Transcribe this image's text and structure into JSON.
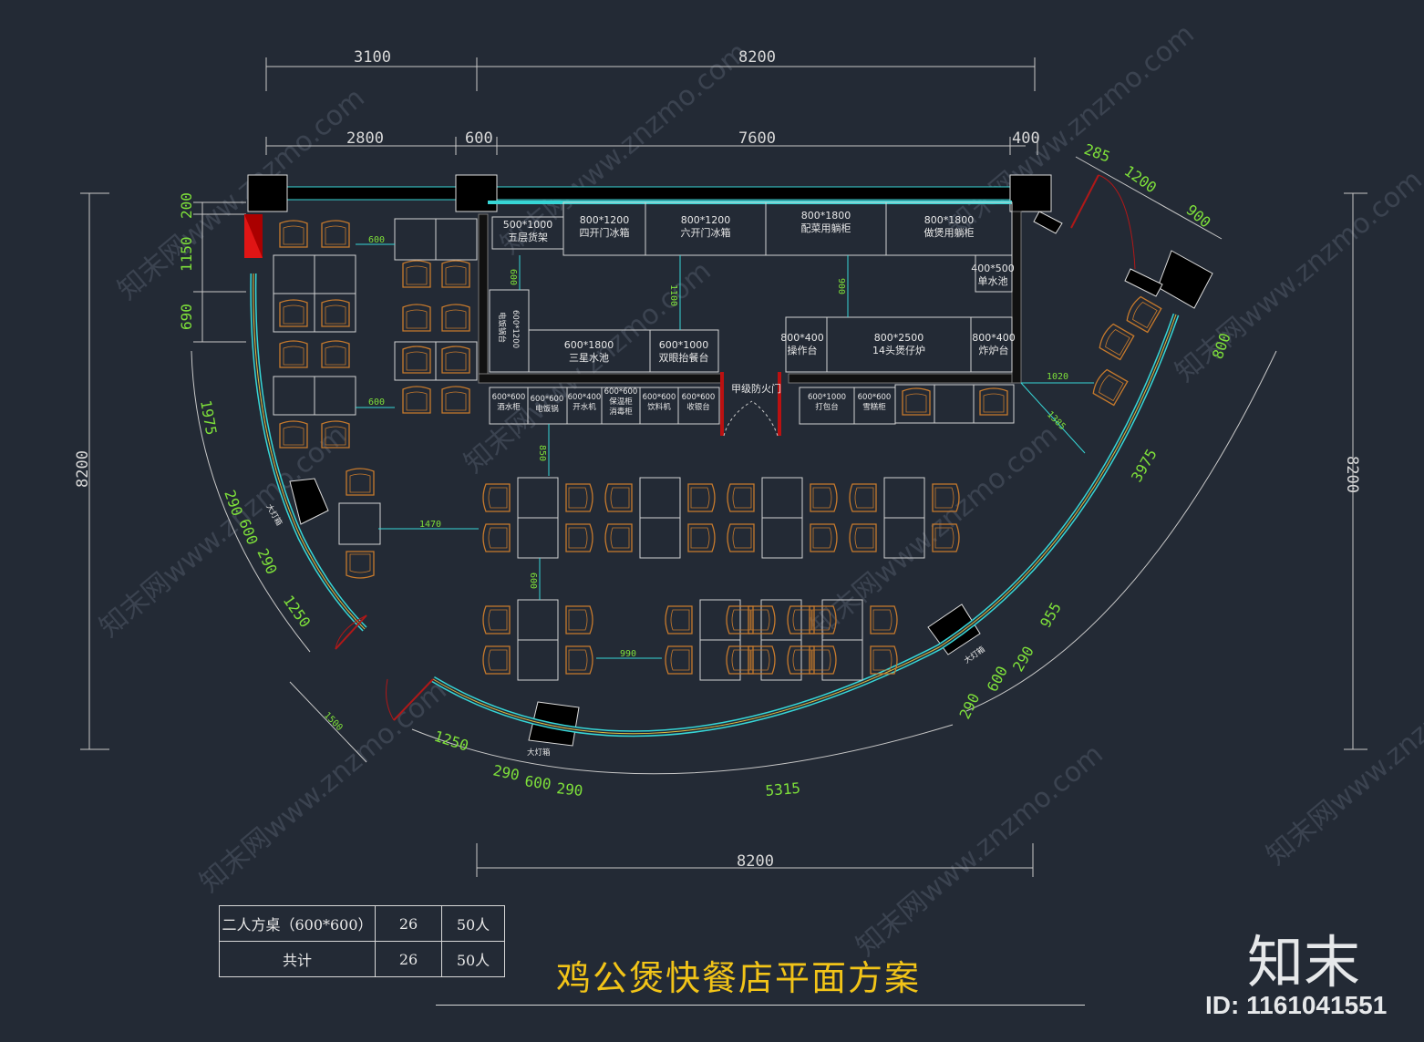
{
  "title": "鸡公煲快餐店平面方案",
  "brand": {
    "name": "知末",
    "id_label": "ID: 1161041551"
  },
  "watermark": "知末网www.znzmo.com",
  "dimensions": {
    "top_outer": [
      "3100",
      "8200"
    ],
    "top_inner": [
      "2800",
      "600",
      "7600",
      "400"
    ],
    "top_right": [
      "285",
      "1200",
      "900"
    ],
    "left": [
      "200",
      "1150",
      "690",
      "8200"
    ],
    "left_curve": [
      "1975",
      "290",
      "600",
      "290",
      "1250",
      "1500"
    ],
    "bottom_curve": [
      "1250",
      "290",
      "600",
      "290",
      "5315"
    ],
    "bottom": "8200",
    "right": [
      "800",
      "8200",
      "3975",
      "955",
      "290",
      "600",
      "290"
    ],
    "interior": [
      "600",
      "600",
      "600",
      "1100",
      "900",
      "1020",
      "1385",
      "850",
      "1470",
      "600",
      "990"
    ]
  },
  "kitchen_top": [
    {
      "size": "500*1000",
      "name": "五层货架"
    },
    {
      "size": "800*1200",
      "name": "四开门冰箱"
    },
    {
      "size": "800*1200",
      "name": "六开门冰箱"
    },
    {
      "size": "800*1800",
      "name": "配菜用躺柜"
    },
    {
      "size": "800*1800",
      "name": "做煲用躺柜"
    }
  ],
  "kitchen_mid": [
    {
      "size": "400*500",
      "name": "单水池"
    },
    {
      "size": "600*1200",
      "name": "电饭锅台"
    },
    {
      "size": "600*1800",
      "name": "三星水池"
    },
    {
      "size": "600*1000",
      "name": "双眼抬餐台"
    },
    {
      "size": "800*400",
      "name": "操作台"
    },
    {
      "size": "800*2500",
      "name": "14头煲仔炉"
    },
    {
      "size": "800*400",
      "name": "炸炉台"
    }
  ],
  "counter": [
    {
      "size": "600*600",
      "name": "酒水柜"
    },
    {
      "size": "600*600",
      "name": "电饭锅"
    },
    {
      "size": "600*400",
      "name": "开水机"
    },
    {
      "size": "600*600",
      "name": "保温柜 消毒柜"
    },
    {
      "size": "600*600",
      "name": "饮料机"
    },
    {
      "size": "600*600",
      "name": "收银台"
    },
    {
      "size": "600*1000",
      "name": "打包台"
    },
    {
      "size": "600*600",
      "name": "雪糕柜"
    }
  ],
  "door_label": "甲级防火门",
  "lightbox_label": "大灯箱",
  "summary": {
    "rows": [
      [
        "二人方桌（600*600）",
        "26",
        "50人"
      ],
      [
        "共计",
        "26",
        "50人"
      ]
    ]
  }
}
